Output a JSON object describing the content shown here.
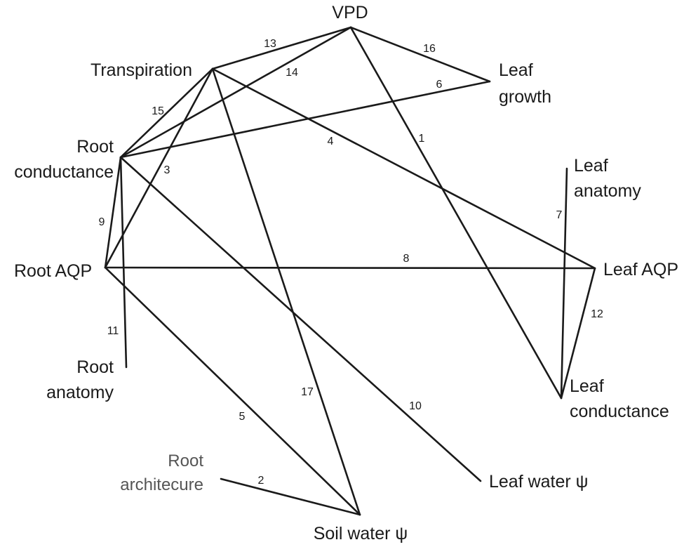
{
  "diagram": {
    "nodes": {
      "vpd": [
        "VPD"
      ],
      "transpiration": [
        "Transpiration"
      ],
      "leaf_growth": [
        "Leaf",
        "growth"
      ],
      "root_conductance": [
        "Root",
        "conductance"
      ],
      "leaf_anatomy": [
        "Leaf",
        "anatomy"
      ],
      "root_aqp": [
        "Root AQP"
      ],
      "leaf_aqp": [
        "Leaf AQP"
      ],
      "root_anatomy": [
        "Root",
        "anatomy"
      ],
      "leaf_conductance": [
        "Leaf",
        "conductance"
      ],
      "root_architecture": [
        "Root",
        "architecure"
      ],
      "leaf_water": [
        "Leaf water ψ"
      ],
      "soil_water": [
        "Soil water ψ"
      ]
    },
    "edges": [
      {
        "label": "1",
        "from": "vpd",
        "to": "leaf_conductance"
      },
      {
        "label": "2",
        "from": "root_architecture",
        "to": "soil_water"
      },
      {
        "label": "3",
        "from": "transpiration",
        "to": "root_aqp"
      },
      {
        "label": "4",
        "from": "transpiration",
        "to": "leaf_aqp"
      },
      {
        "label": "5",
        "from": "root_aqp",
        "to": "soil_water"
      },
      {
        "label": "6",
        "from": "root_conductance",
        "to": "leaf_growth"
      },
      {
        "label": "7",
        "from": "leaf_anatomy",
        "to": "leaf_conductance"
      },
      {
        "label": "8",
        "from": "root_aqp",
        "to": "leaf_aqp"
      },
      {
        "label": "9",
        "from": "root_conductance",
        "to": "root_aqp"
      },
      {
        "label": "10",
        "from": "root_conductance",
        "to": "leaf_water"
      },
      {
        "label": "11",
        "from": "root_conductance",
        "to": "root_anatomy"
      },
      {
        "label": "12",
        "from": "leaf_aqp",
        "to": "leaf_conductance"
      },
      {
        "label": "13",
        "from": "transpiration",
        "to": "vpd"
      },
      {
        "label": "14",
        "from": "vpd",
        "to": "root_conductance"
      },
      {
        "label": "15",
        "from": "transpiration",
        "to": "root_conductance"
      },
      {
        "label": "16",
        "from": "vpd",
        "to": "leaf_growth"
      },
      {
        "label": "17",
        "from": "transpiration",
        "to": "soil_water"
      }
    ]
  }
}
